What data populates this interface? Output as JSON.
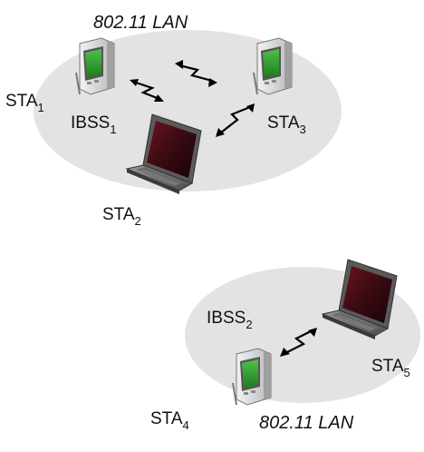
{
  "lan_labels": {
    "top": "802.11 LAN",
    "bottom": "802.11 LAN"
  },
  "ibss": [
    {
      "name": "IBSS",
      "sub": "1"
    },
    {
      "name": "IBSS",
      "sub": "2"
    }
  ],
  "stations": [
    {
      "name": "STA",
      "sub": "1",
      "device": "pda"
    },
    {
      "name": "STA",
      "sub": "2",
      "device": "laptop"
    },
    {
      "name": "STA",
      "sub": "3",
      "device": "pda"
    },
    {
      "name": "STA",
      "sub": "4",
      "device": "pda"
    },
    {
      "name": "STA",
      "sub": "5",
      "device": "laptop"
    }
  ],
  "links": [
    {
      "from": "STA 1",
      "to": "STA 2"
    },
    {
      "from": "STA 1",
      "to": "STA 3"
    },
    {
      "from": "STA 3",
      "to": "STA 2"
    },
    {
      "from": "STA 4",
      "to": "STA 5"
    }
  ],
  "colors": {
    "cell_fill": "#e3e3e3",
    "screen_green": "#2e9a2e",
    "laptop_screen": "#3a0a12",
    "device_body": "#8a8a8a"
  }
}
